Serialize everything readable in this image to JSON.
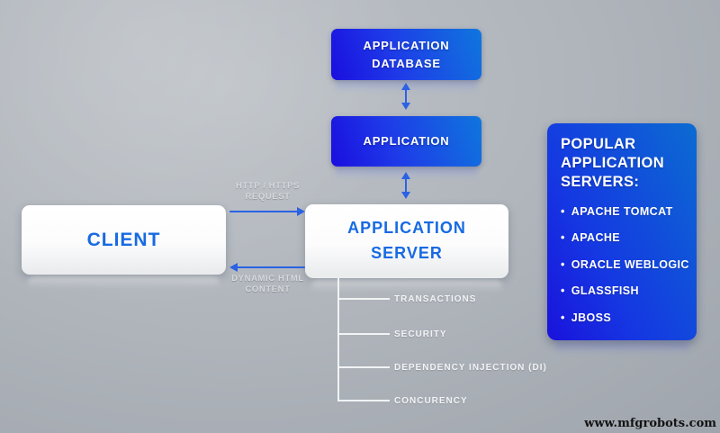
{
  "nodes": {
    "database": "APPLICATION\nDATABASE",
    "application": "APPLICATION",
    "server": "APPLICATION\nSERVER",
    "client": "CLIENT"
  },
  "edges": {
    "request": "HTTP / HTTPS\nREQUEST",
    "response": "DYNAMIC HTML\nCONTENT"
  },
  "server_features": {
    "items": [
      {
        "label": "TRANSACTIONS"
      },
      {
        "label": "SECURITY"
      },
      {
        "label": "DEPENDENCY INJECTION (DI)"
      },
      {
        "label": "CONCURENCY"
      }
    ]
  },
  "panel": {
    "title": "POPULAR\nAPPLICATION\nSERVERS:",
    "bullet": "•",
    "items": [
      {
        "label": "APACHE TOMCAT"
      },
      {
        "label": "APACHE"
      },
      {
        "label": "ORACLE WEBLOGIC"
      },
      {
        "label": "GLASSFISH"
      },
      {
        "label": "JBOSS"
      }
    ]
  },
  "watermark": "www.mfgrobots.com",
  "colors": {
    "node_blue_gradient_start": "#1a0edf",
    "node_blue_gradient_end": "#0f76dd",
    "panel_blue_gradient_start": "#1a12dc",
    "panel_blue_gradient_end": "#0c6bd2",
    "arrow_blue": "#2a62e4",
    "white_node_text_blue": "#176ae3",
    "background_gray": "#a9aeb5",
    "tree_line_white": "#f1f3f5",
    "edge_label_gray": "#d6dade"
  }
}
